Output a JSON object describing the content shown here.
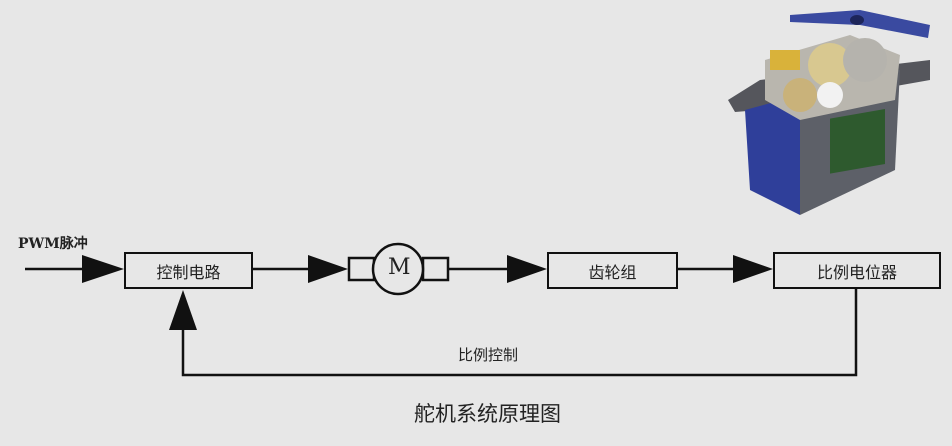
{
  "input_label": "PWM脉冲",
  "blocks": {
    "control_circuit": "控制电路",
    "motor": "M",
    "gear_set": "齿轮组",
    "potentiometer": "比例电位器"
  },
  "feedback_label": "比例控制",
  "caption": "舵机系统原理图",
  "colors": {
    "background": "#e7e7e7",
    "line": "#111111",
    "servo_horn": "#3a4aa0"
  }
}
